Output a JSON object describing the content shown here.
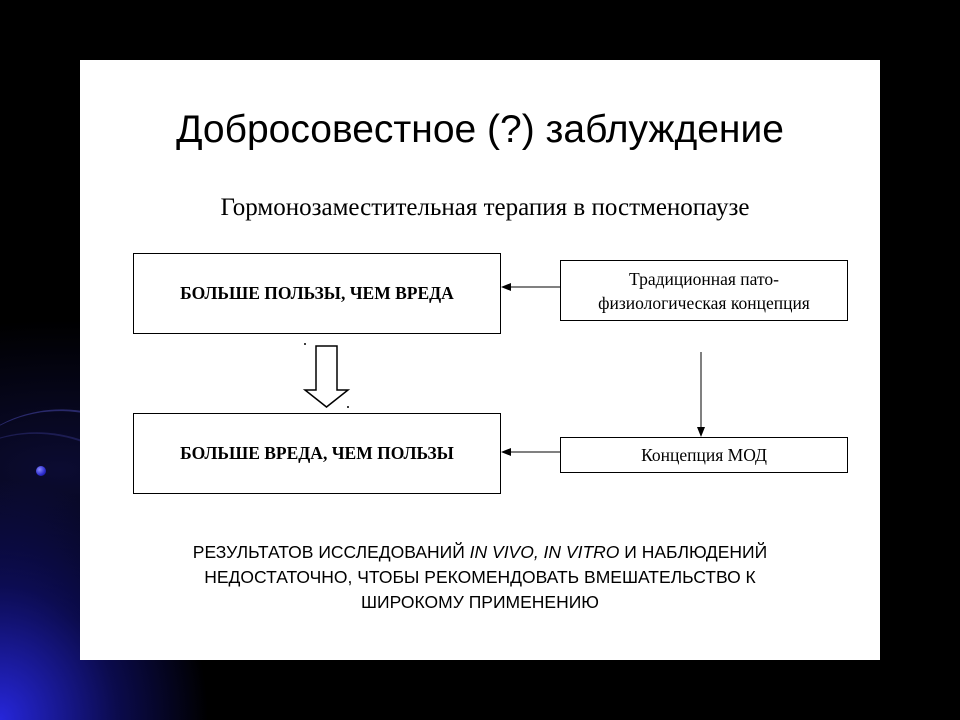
{
  "slide": {
    "title": "Добросовестное (?) заблуждение",
    "subtitle": "Гормонозаместительная терапия в постменопаузе"
  },
  "boxes": {
    "benefit": "БОЛЬШЕ ПОЛЬЗЫ, ЧЕМ ВРЕДА",
    "harm": "БОЛЬШЕ ВРЕДА, ЧЕМ ПОЛЬЗЫ",
    "traditional_line1": "Традиционная пато-",
    "traditional_line2": "физиологическая концепция",
    "mod": "Концепция МОД"
  },
  "conclusion": {
    "line1_prefix": "РЕЗУЛЬТАТОВ ИССЛЕДОВАНИЙ ",
    "line1_italic": "IN VIVO, IN VITRO",
    "line1_suffix": " И НАБЛЮДЕНИЙ",
    "line2": "НЕДОСТАТОЧНО, ЧТОБЫ РЕКОМЕНДОВАТЬ ВМЕШАТЕЛЬСТВО К",
    "line3": "ШИРОКОМУ ПРИМЕНЕНИЮ"
  },
  "colors": {
    "background": "#000000",
    "slide": "#ffffff",
    "glow": "#2828e6"
  }
}
